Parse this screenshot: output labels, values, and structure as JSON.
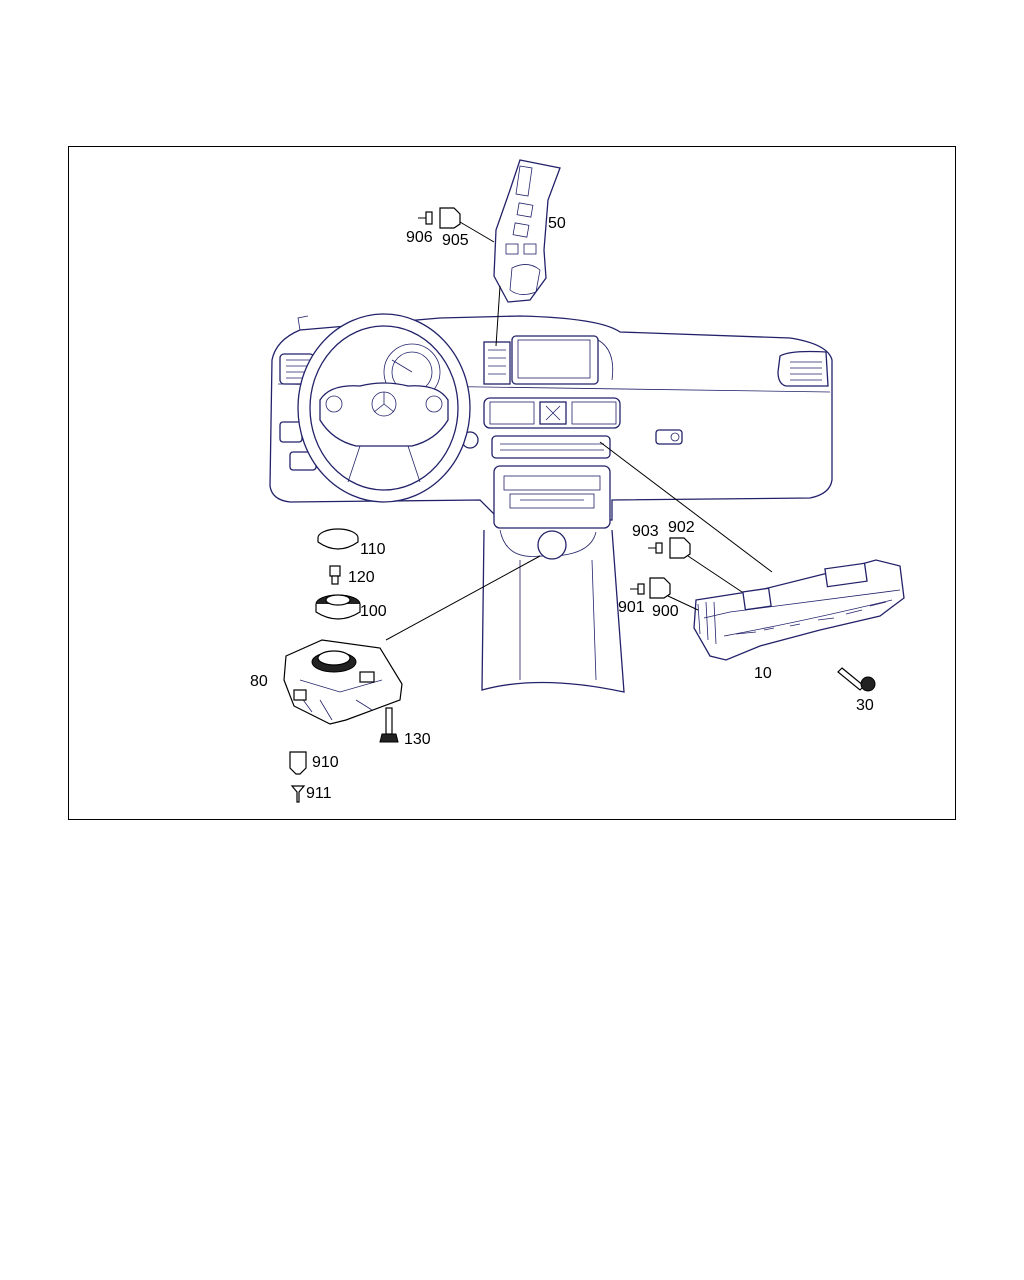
{
  "diagram": {
    "callouts": {
      "p10": "10",
      "p30": "30",
      "p50": "50",
      "p80": "80",
      "p100": "100",
      "p110": "110",
      "p120": "120",
      "p130": "130",
      "p900": "900",
      "p901": "901",
      "p902": "902",
      "p903": "903",
      "p905": "905",
      "p906": "906",
      "p910": "910",
      "p911": "911"
    },
    "colors": {
      "line": "#22226a",
      "ink": "#000000",
      "paper": "#ffffff"
    }
  }
}
